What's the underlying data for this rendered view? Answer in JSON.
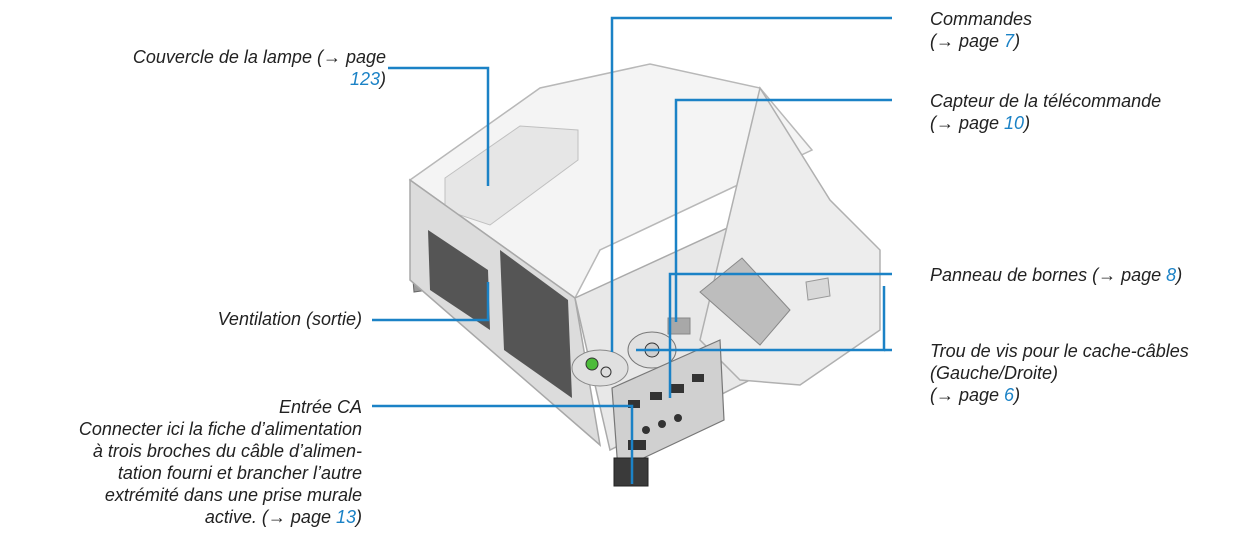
{
  "callouts": {
    "lamp_cover": {
      "text": "Couvercle de la lampe (→ page ",
      "page": "123",
      "close": ")"
    },
    "controls": {
      "title": "Commandes",
      "prefix": "(→ page ",
      "page": "7",
      "close": ")"
    },
    "remote_sensor": {
      "title": "Capteur de la télécommande",
      "prefix": "(→ page ",
      "page": "10",
      "close": ")"
    },
    "terminal_panel": {
      "text": "Panneau de bornes (→ page ",
      "page": "8",
      "close": ")"
    },
    "ventilation": {
      "text": "Ventilation (sortie)"
    },
    "screw_hole": {
      "line1": "Trou de vis pour le cache-câbles",
      "line2": "(Gauche/Droite)",
      "prefix": "(→ page ",
      "page": "6",
      "close": ")"
    },
    "ac_input": {
      "title": "Entrée CA",
      "line1": "Connecter ici la fiche d’alimentation",
      "line2": "à trois broches du câble d’alimen-",
      "line3": "tation fourni et brancher l’autre",
      "line4": "extrémité dans une prise murale",
      "line5_prefix": "active. (→ page ",
      "page": "13",
      "close": ")"
    }
  },
  "colors": {
    "callout": "#1b82c6",
    "text": "#222222"
  }
}
